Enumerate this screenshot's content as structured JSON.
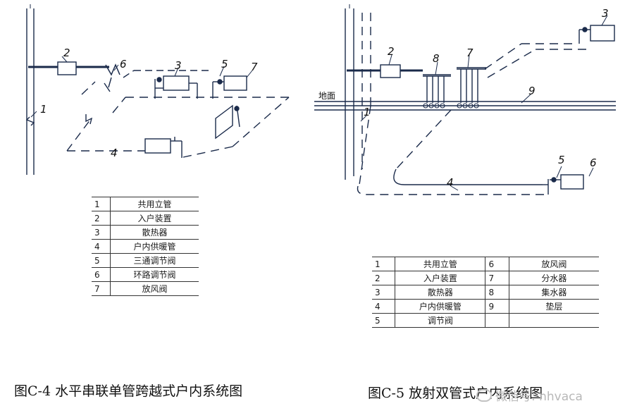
{
  "fig_c4": {
    "caption": "图C-4 水平串联单管跨越式户内系统图",
    "labels": [
      "1",
      "2",
      "3",
      "4",
      "5",
      "6",
      "7"
    ],
    "legend": [
      {
        "num": "1",
        "name": "共用立管"
      },
      {
        "num": "2",
        "name": "入户装置"
      },
      {
        "num": "3",
        "name": "散热器"
      },
      {
        "num": "4",
        "name": "户内供暖管"
      },
      {
        "num": "5",
        "name": "三通调节阀"
      },
      {
        "num": "6",
        "name": "环路调节阀"
      },
      {
        "num": "7",
        "name": "放风阀"
      }
    ]
  },
  "fig_c5": {
    "caption": "图C-5 放射双管式户内系统图",
    "ground_label": "地面",
    "labels": [
      "1",
      "2",
      "3",
      "4",
      "5",
      "6",
      "7",
      "8",
      "9"
    ],
    "legend": [
      {
        "num": "1",
        "name": "共用立管",
        "num2": "6",
        "name2": "放风阀"
      },
      {
        "num": "2",
        "name": "入户装置",
        "num2": "7",
        "name2": "分水器"
      },
      {
        "num": "3",
        "name": "散热器",
        "num2": "8",
        "name2": "集水器"
      },
      {
        "num": "4",
        "name": "户内供暖管",
        "num2": "9",
        "name2": "垫层"
      },
      {
        "num": "5",
        "name": "调节阀",
        "num2": "",
        "name2": ""
      }
    ]
  },
  "watermark": "微信号: nhvaca"
}
